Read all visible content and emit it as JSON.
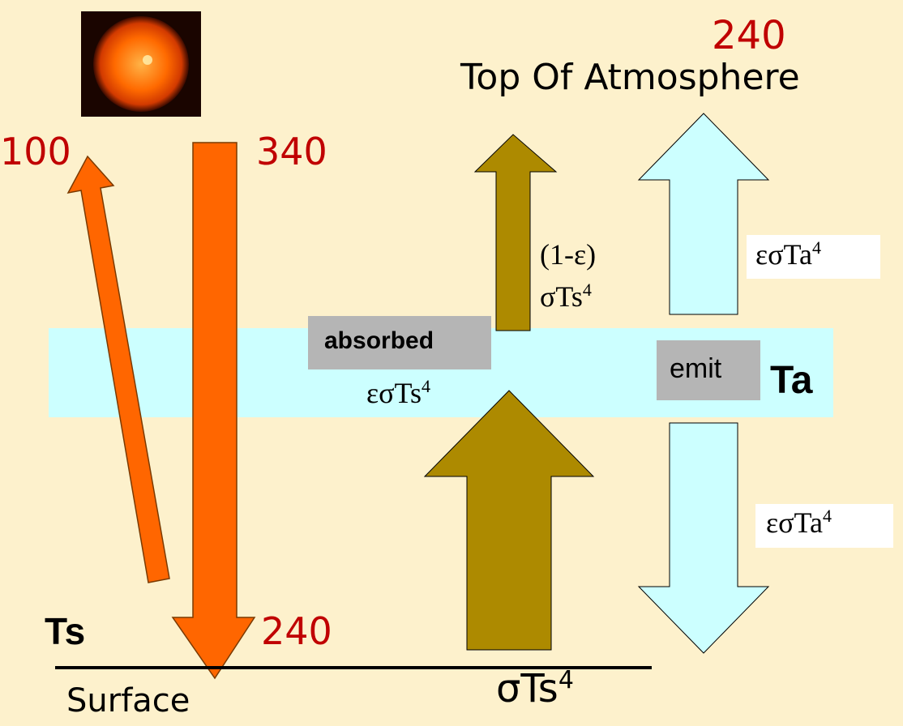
{
  "toa": {
    "value": "240",
    "label": "Top Of Atmosphere"
  },
  "solar": {
    "reflected": "100",
    "incoming": "340",
    "absorbed_surface": "240"
  },
  "surface": {
    "temp_label": "Ts",
    "label": "Surface",
    "emission": "σTs",
    "emission_exp": "4"
  },
  "atmosphere": {
    "temp_label": "Ta",
    "absorbed_label": "absorbed",
    "absorbed_expr": "εσTs",
    "absorbed_exp": "4",
    "emit_label": "emit",
    "up_emit": "εσTa",
    "up_emit_exp": "4",
    "down_emit": "εσTa",
    "down_emit_exp": "4"
  },
  "transmitted": {
    "line1": "(1-ε)",
    "line2": "σTs",
    "line2_exp": "4"
  },
  "colors": {
    "background": "#fdf1cc",
    "solar_arrow": "#ff6600",
    "surface_ir_arrow": "#ad8a00",
    "atmos_arrow": "#ccffff",
    "atmos_layer": "#ccffff",
    "number_red": "#c00000"
  }
}
